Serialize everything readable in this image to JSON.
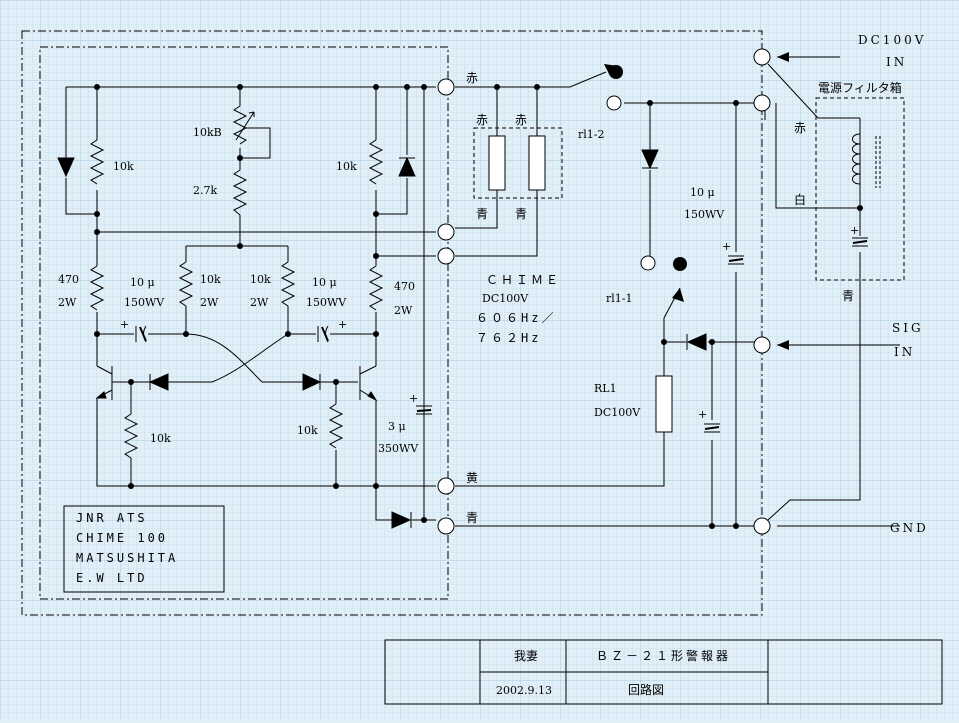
{
  "title_block": {
    "author": "我妻",
    "title": "ＢＺ－２１形警報器",
    "date": "2002.9.13",
    "drawing_type": "回路図"
  },
  "nameplate": [
    "JNR ATS",
    "CHIME 100",
    "MATSUSHITA",
    "E.W LTD"
  ],
  "terminals": {
    "dc_in": [
      "DC100V",
      "IN"
    ],
    "sig_in": [
      "SIG",
      "IN"
    ],
    "gnd": "GND",
    "filter_box": "電源フィルタ箱"
  },
  "wire_colors": {
    "red": "赤",
    "blue": "青",
    "yellow": "黄",
    "white": "白"
  },
  "chime": [
    "ＣＨＩＭＥ",
    "DC100V",
    "６０６Hz／",
    "７６２Hz"
  ],
  "components": {
    "pot": "10kB",
    "r_2k7": "2.7k",
    "r_10k": "10k",
    "r_470": "470",
    "w2": "2W",
    "cap_10u": "10 μ",
    "v150": "150WV",
    "cap_3u": "3 μ",
    "v350": "350WV",
    "relay": "RL1",
    "relay_rating": "DC100V",
    "contact_1": "rl1-1",
    "contact_2": "rl1-2",
    "plus": "+"
  }
}
